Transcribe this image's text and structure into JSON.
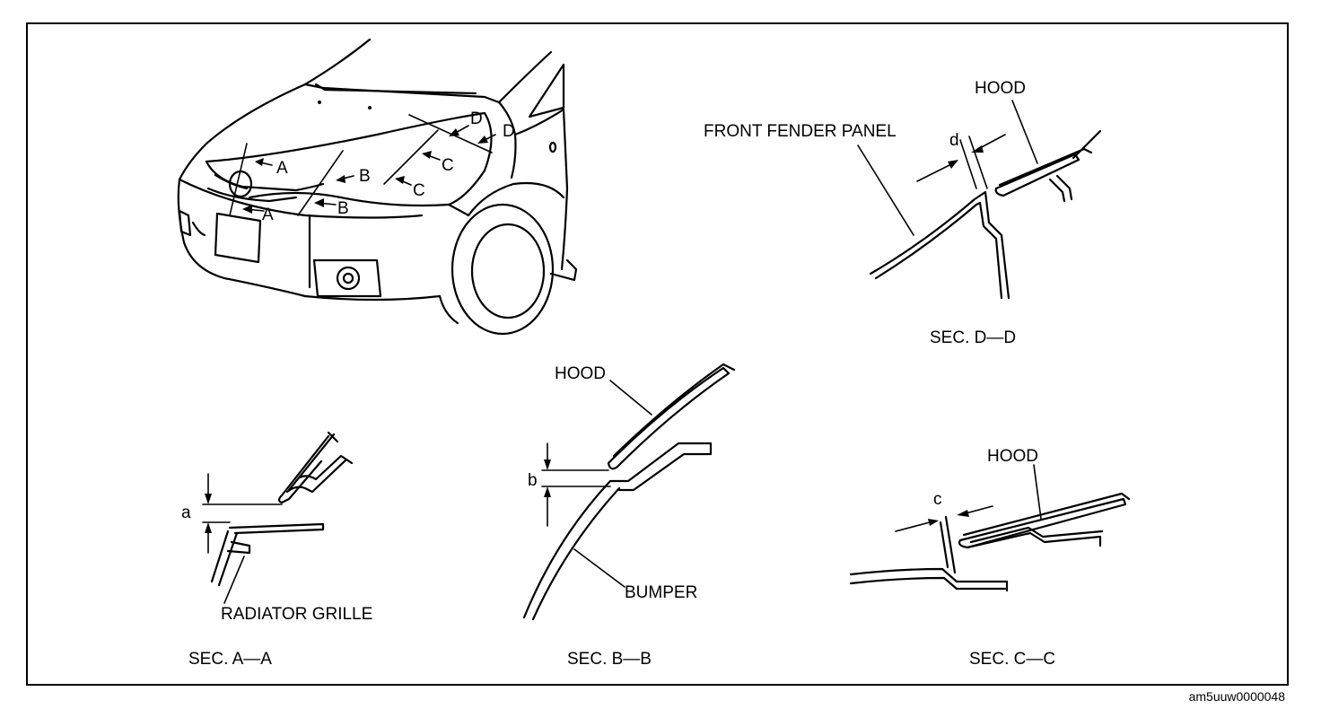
{
  "figure_code": "am5uuw0000048",
  "car_view": {
    "markers": [
      "A",
      "A",
      "B",
      "B",
      "C",
      "C",
      "D",
      "D"
    ]
  },
  "sections": {
    "a": {
      "caption": "SEC. A—A",
      "part_label": "RADIATOR GRILLE",
      "dimension": "a"
    },
    "b": {
      "caption": "SEC. B—B",
      "hood_label": "HOOD",
      "part_label": "BUMPER",
      "dimension": "b"
    },
    "c": {
      "caption": "SEC. C—C",
      "hood_label": "HOOD",
      "dimension": "c"
    },
    "d": {
      "caption": "SEC. D—D",
      "hood_label": "HOOD",
      "part_label": "FRONT FENDER PANEL",
      "dimension": "d"
    }
  }
}
